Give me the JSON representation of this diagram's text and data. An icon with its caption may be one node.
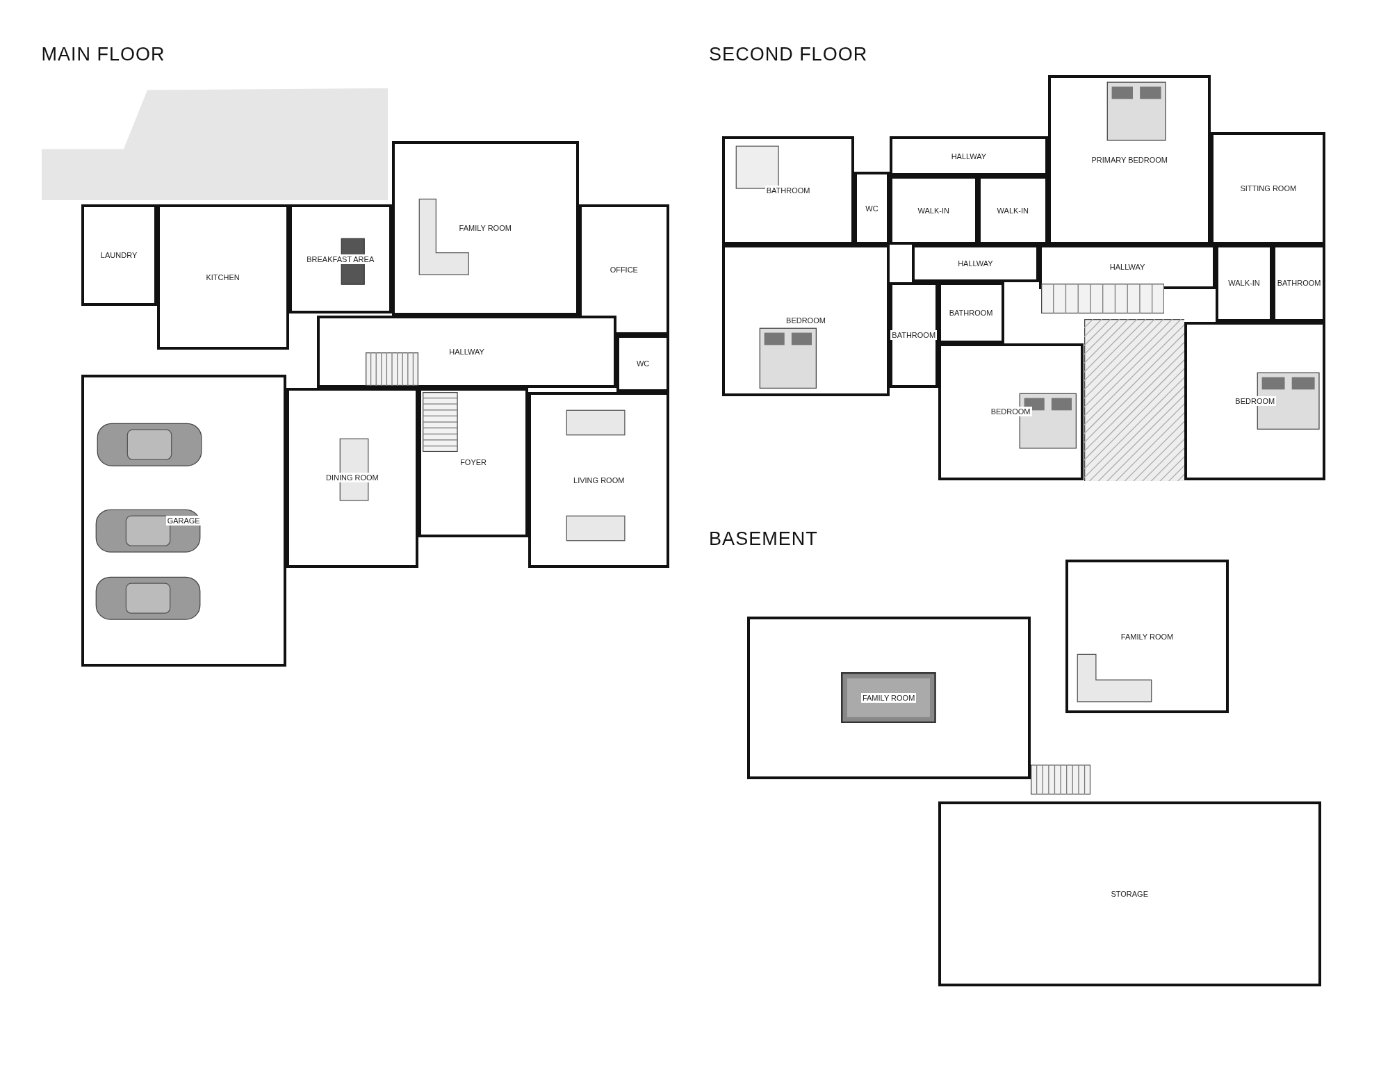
{
  "diagram": {
    "nodes": [
      {
        "text": [
          "MAIN FLOOR"
        ]
      },
      {
        "text": [
          "LAUNDRY"
        ],
        "in": 0
      },
      {
        "text": [
          "KITCHEN"
        ],
        "in": 0
      },
      {
        "text": [
          "BREAKFAST AREA"
        ],
        "in": 0
      },
      {
        "text": [
          "FAMILY ROOM"
        ],
        "in": 0
      },
      {
        "text": [
          "OFFICE"
        ],
        "in": 0
      },
      {
        "text": [
          "HALLWAY"
        ],
        "in": 0
      },
      {
        "text": [
          "WC"
        ],
        "in": 0
      },
      {
        "text": [
          "DINING ROOM"
        ],
        "in": 0
      },
      {
        "text": [
          "FOYER"
        ],
        "in": 0
      },
      {
        "text": [
          "LIVING ROOM"
        ],
        "in": 0
      },
      {
        "text": [
          "GARAGE"
        ],
        "in": 0
      },
      {
        "text": [
          "SECOND FLOOR"
        ]
      },
      {
        "text": [
          "BATHROOM"
        ],
        "in": 12
      },
      {
        "text": [
          "WC"
        ],
        "in": 12
      },
      {
        "text": [
          "HALLWAY"
        ],
        "in": 12
      },
      {
        "text": [
          "WALK-IN"
        ],
        "in": 12
      },
      {
        "text": [
          "WALK-IN"
        ],
        "in": 12
      },
      {
        "text": [
          "PRIMARY BEDROOM"
        ],
        "in": 12
      },
      {
        "text": [
          "SITTING ROOM"
        ],
        "in": 12
      },
      {
        "text": [
          "HALLWAY"
        ],
        "in": 12
      },
      {
        "text": [
          "HALLWAY"
        ],
        "in": 12
      },
      {
        "text": [
          "BEDROOM"
        ],
        "in": 12
      },
      {
        "text": [
          "BATHROOM"
        ],
        "in": 12
      },
      {
        "text": [
          "BATHROOM"
        ],
        "in": 12
      },
      {
        "text": [
          "BEDROOM"
        ],
        "in": 12
      },
      {
        "text": [
          "WALK-IN"
        ],
        "in": 12
      },
      {
        "text": [
          "BATHROOM"
        ],
        "in": 12
      },
      {
        "text": [
          "BEDROOM"
        ],
        "in": 12
      },
      {
        "text": [
          "BASEMENT"
        ]
      },
      {
        "text": [
          "FAMILY ROOM"
        ],
        "in": 29
      },
      {
        "text": [
          "FAMILY ROOM"
        ],
        "in": 29
      },
      {
        "text": [
          "STORAGE"
        ],
        "in": 29
      },
      {
        "text": [],
        "shape": "box",
        "in": 0
      }
    ],
    "edges": []
  }
}
